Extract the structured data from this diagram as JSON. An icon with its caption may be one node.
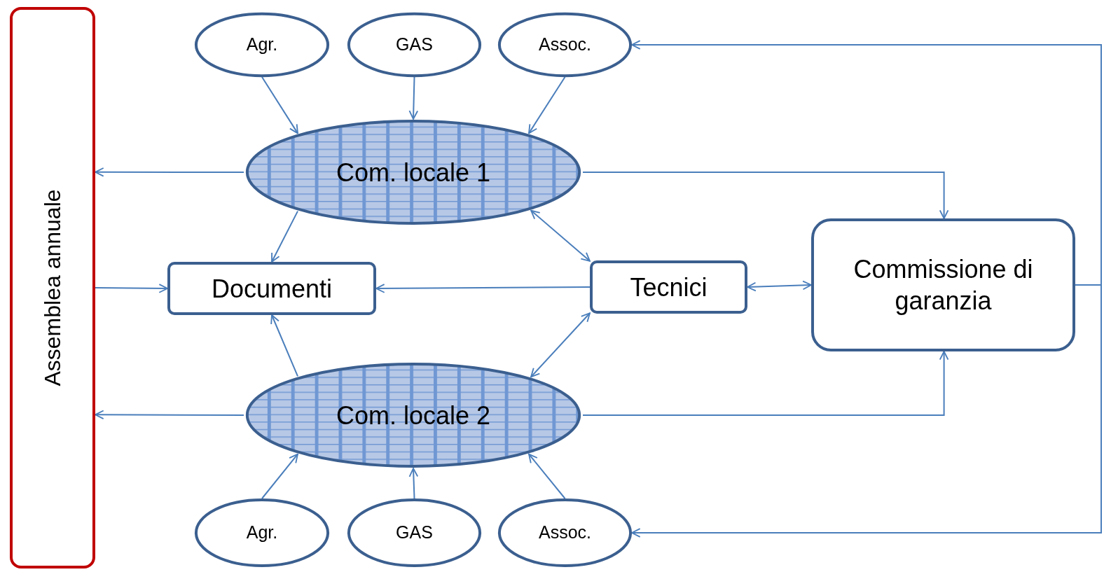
{
  "diagram": {
    "nodes": [
      {
        "text": [
          "Assemblea annuale"
        ]
      },
      {
        "text": [
          "Agr."
        ]
      },
      {
        "text": [
          "GAS"
        ]
      },
      {
        "text": [
          "Assoc."
        ]
      },
      {
        "text": [
          "Com. locale 1"
        ]
      },
      {
        "text": [
          "Documenti"
        ]
      },
      {
        "text": [
          "Tecnici"
        ]
      },
      {
        "text": [
          "Commissione di garanzia"
        ]
      },
      {
        "text": [
          "Com. locale 2"
        ]
      },
      {
        "text": [
          "Agr."
        ]
      },
      {
        "text": [
          "GAS"
        ]
      },
      {
        "text": [
          "Assoc."
        ]
      }
    ],
    "edges": [
      {
        "from": 1,
        "to": 4,
        "arrow": "to"
      },
      {
        "from": 2,
        "to": 4,
        "arrow": "to"
      },
      {
        "from": 3,
        "to": 4,
        "arrow": "to"
      },
      {
        "from": 4,
        "to": 0,
        "arrow": "to"
      },
      {
        "from": 4,
        "to": 7,
        "arrow": "to"
      },
      {
        "from": 4,
        "to": 5,
        "arrow": "to"
      },
      {
        "from": 4,
        "to": 6,
        "arrow": "both"
      },
      {
        "from": 0,
        "to": 5,
        "arrow": "to"
      },
      {
        "from": 6,
        "to": 5,
        "arrow": "to"
      },
      {
        "from": 6,
        "to": 7,
        "arrow": "both"
      },
      {
        "from": 8,
        "to": 6,
        "arrow": "both"
      },
      {
        "from": 8,
        "to": 5,
        "arrow": "to"
      },
      {
        "from": 8,
        "to": 0,
        "arrow": "to"
      },
      {
        "from": 8,
        "to": 7,
        "arrow": "to"
      },
      {
        "from": 9,
        "to": 8,
        "arrow": "to"
      },
      {
        "from": 10,
        "to": 8,
        "arrow": "to"
      },
      {
        "from": 11,
        "to": 8,
        "arrow": "to"
      },
      {
        "from": 7,
        "to": 3,
        "arrow": "to"
      },
      {
        "from": 7,
        "to": 11,
        "arrow": "to"
      }
    ]
  }
}
